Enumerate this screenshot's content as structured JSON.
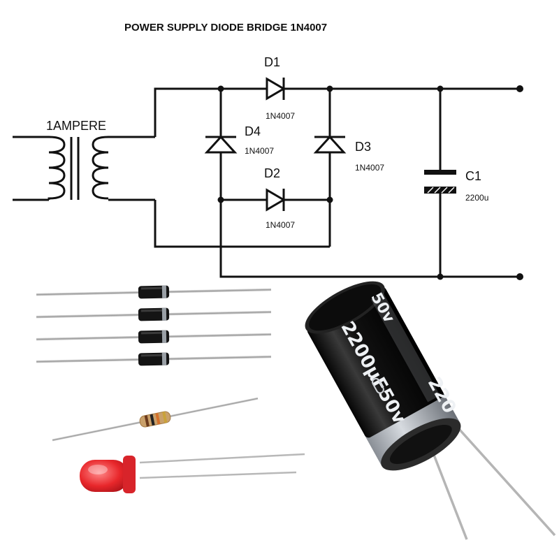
{
  "diagram": {
    "title": "POWER SUPPLY DIODE BRIDGE 1N4007",
    "transformer": {
      "label": "1AMPERE"
    },
    "diodes": [
      {
        "ref": "D1",
        "part": "1N4007"
      },
      {
        "ref": "D2",
        "part": "1N4007"
      },
      {
        "ref": "D3",
        "part": "1N4007"
      },
      {
        "ref": "D4",
        "part": "1N4007"
      }
    ],
    "capacitor": {
      "ref": "C1",
      "value": "2200u"
    }
  },
  "photo": {
    "capacitor_print_main": "2200µF50v",
    "capacitor_print_top": "50v",
    "capacitor_print_side": "220"
  },
  "colors": {
    "wire": "#111111",
    "capacitor_body": "#1c1c1c",
    "led": "#e8272b",
    "resistor_body": "#c9a06a"
  }
}
